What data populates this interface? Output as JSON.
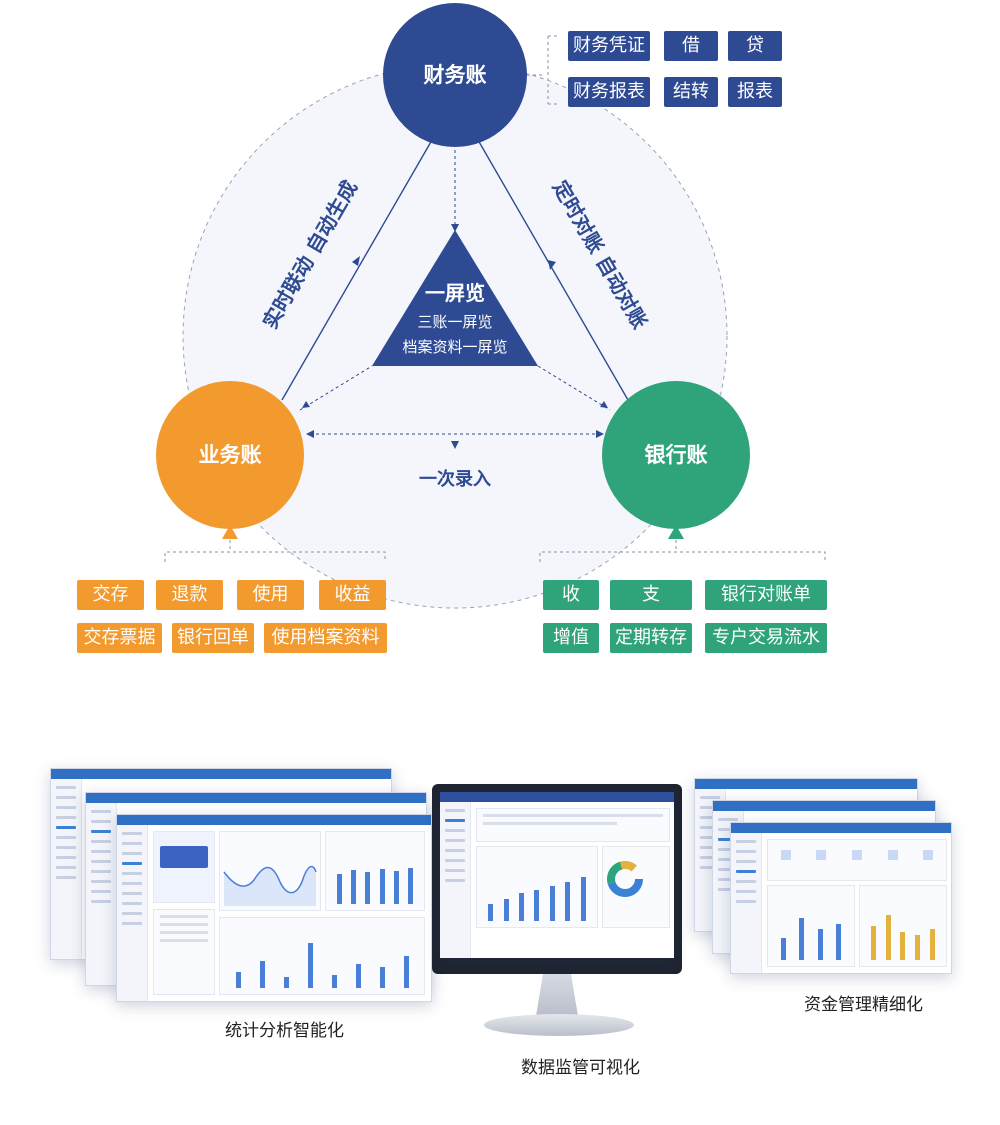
{
  "nodes": {
    "finance": {
      "label": "财务账",
      "color": "#2e4a93"
    },
    "business": {
      "label": "业务账",
      "color": "#f29a2e"
    },
    "bank": {
      "label": "银行账",
      "color": "#2fa37a"
    }
  },
  "center": {
    "title": "一屏览",
    "line1": "三账一屏览",
    "line2": "档案资料一屏览",
    "color": "#2e4a93"
  },
  "edges": {
    "left": "实时联动 自动生成",
    "right": "定时对账 自动对账",
    "bottom": "一次录入"
  },
  "finance_tags": [
    "财务凭证",
    "借",
    "贷",
    "财务报表",
    "结转",
    "报表"
  ],
  "business_tags": [
    "交存",
    "退款",
    "使用",
    "收益",
    "交存票据",
    "银行回单",
    "使用档案资料"
  ],
  "bank_tags": [
    "收",
    "支",
    "银行对账单",
    "增值",
    "定期转存",
    "专户交易流水"
  ],
  "screens": {
    "left_caption": "统计分析智能化",
    "center_caption": "数据监管可视化",
    "right_caption": "资金管理精细化"
  },
  "colors": {
    "navy": "#2e4a93",
    "orange": "#f29a2e",
    "green": "#2fa37a",
    "ring": "#f4f6fb",
    "dash": "#8a93a8"
  }
}
